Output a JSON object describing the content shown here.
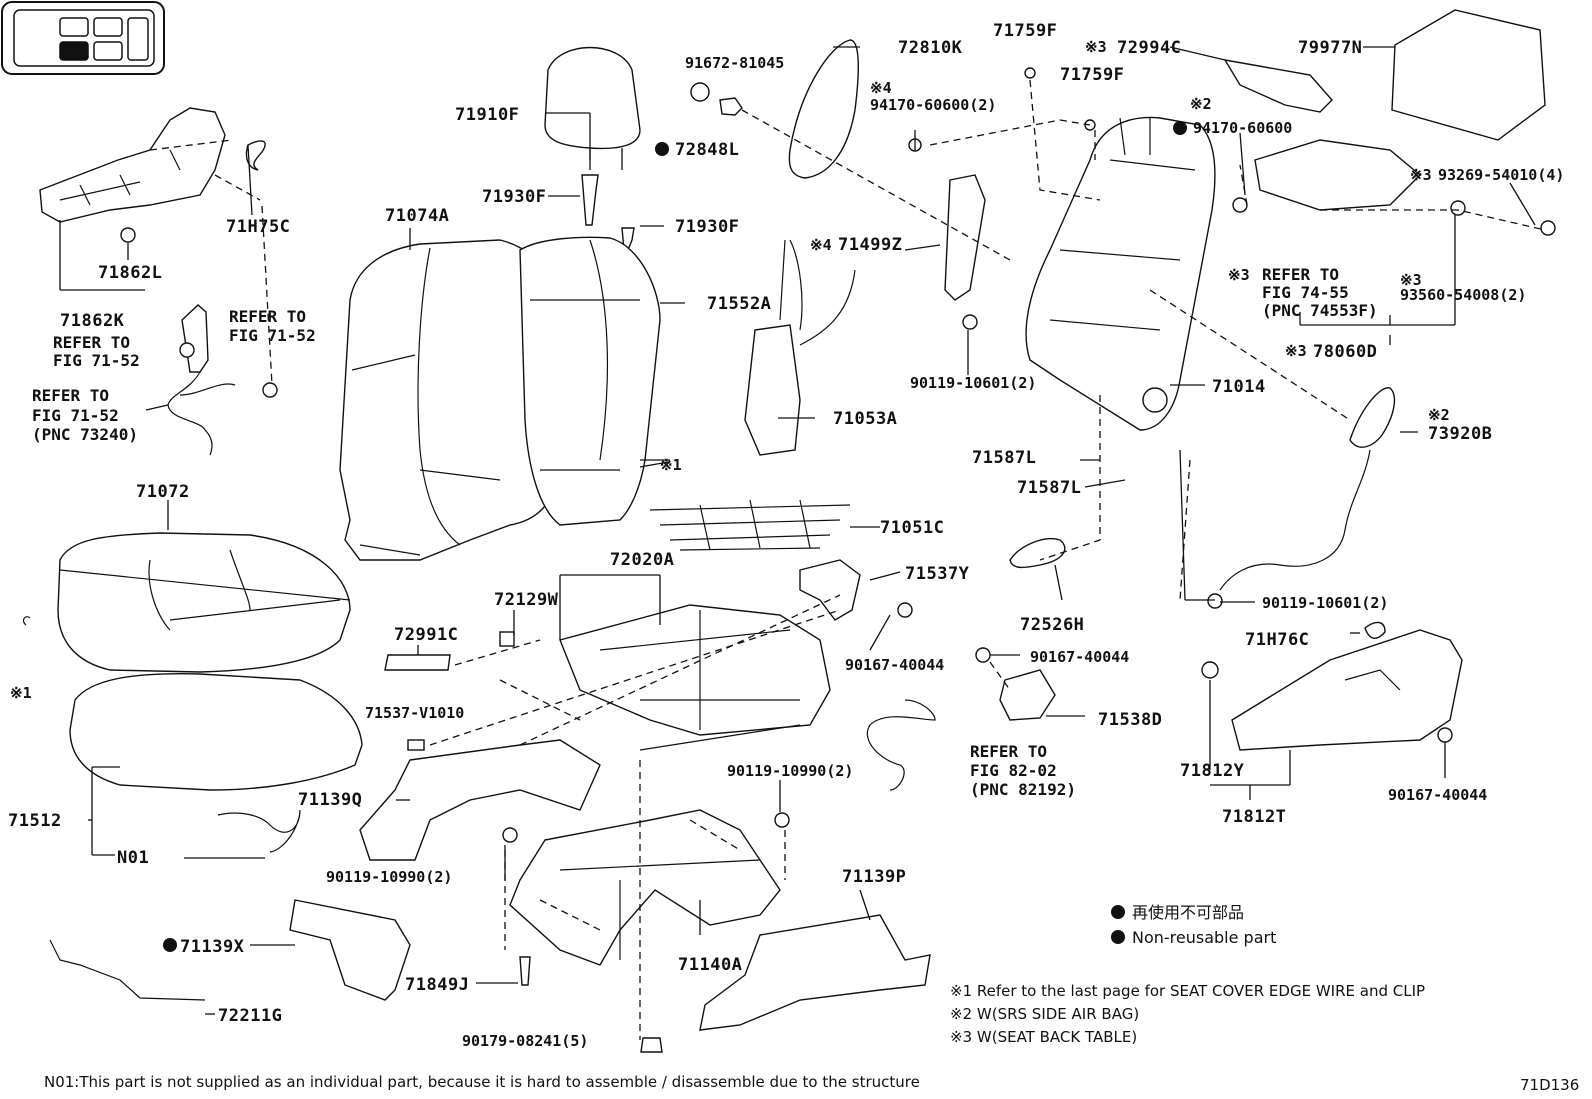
{
  "diagram_id": "71D136",
  "parts": [
    {
      "id": "p71910F",
      "label": "71910F"
    },
    {
      "id": "p72848L",
      "label": "72848L",
      "non_reusable": true
    },
    {
      "id": "p91672",
      "label": "91672-81045"
    },
    {
      "id": "p72810K",
      "label": "72810K"
    },
    {
      "id": "p71759F_a",
      "label": "71759F"
    },
    {
      "id": "p71759F_b",
      "label": "71759F"
    },
    {
      "id": "p72994C",
      "label": "72994C",
      "mark": "※3"
    },
    {
      "id": "p79977N",
      "label": "79977N"
    },
    {
      "id": "p94170a",
      "label": "94170-60600(2)",
      "mark": "※4"
    },
    {
      "id": "p94170b",
      "label": "94170-60600",
      "mark": "※2",
      "non_reusable": true
    },
    {
      "id": "p71930F_a",
      "label": "71930F"
    },
    {
      "id": "p71930F_b",
      "label": "71930F"
    },
    {
      "id": "p71H75C",
      "label": "71H75C"
    },
    {
      "id": "p71862L",
      "label": "71862L"
    },
    {
      "id": "p71862K",
      "label": "71862K"
    },
    {
      "id": "p71074A",
      "label": "71074A"
    },
    {
      "id": "p71552A",
      "label": "71552A"
    },
    {
      "id": "p71499Z",
      "label": "71499Z",
      "mark": "※4"
    },
    {
      "id": "p93269",
      "label": "93269-54010(4)",
      "mark": "※3"
    },
    {
      "id": "p93560",
      "label": "93560-54008(2)",
      "mark": "※3"
    },
    {
      "id": "p78060D",
      "label": "78060D",
      "mark": "※3"
    },
    {
      "id": "p90119a",
      "label": "90119-10601(2)"
    },
    {
      "id": "p71014",
      "label": "71014"
    },
    {
      "id": "p71053A",
      "label": "71053A"
    },
    {
      "id": "p73920B",
      "label": "73920B",
      "mark": "※2"
    },
    {
      "id": "p71587L_a",
      "label": "71587L"
    },
    {
      "id": "p71587L_b",
      "label": "71587L"
    },
    {
      "id": "p71072",
      "label": "71072"
    },
    {
      "id": "p71051C",
      "label": "71051C"
    },
    {
      "id": "p72020A",
      "label": "72020A"
    },
    {
      "id": "p71537Y",
      "label": "71537Y"
    },
    {
      "id": "p72129W",
      "label": "72129W"
    },
    {
      "id": "p72526H",
      "label": "72526H"
    },
    {
      "id": "p90119b",
      "label": "90119-10601(2)"
    },
    {
      "id": "p72991C",
      "label": "72991C"
    },
    {
      "id": "p90167a",
      "label": "90167-40044"
    },
    {
      "id": "p90167b",
      "label": "90167-40044"
    },
    {
      "id": "p71H76C",
      "label": "71H76C"
    },
    {
      "id": "p71537V",
      "label": "71537-V1010"
    },
    {
      "id": "p71538D",
      "label": "71538D"
    },
    {
      "id": "p71812Y",
      "label": "71812Y"
    },
    {
      "id": "p90167c",
      "label": "90167-40044"
    },
    {
      "id": "p71512",
      "label": "71512"
    },
    {
      "id": "p71139Q",
      "label": "71139Q"
    },
    {
      "id": "p90119c",
      "label": "90119-10990(2)"
    },
    {
      "id": "p71812T",
      "label": "71812T"
    },
    {
      "id": "pN01",
      "label": "N01"
    },
    {
      "id": "p90119d",
      "label": "90119-10990(2)"
    },
    {
      "id": "p71139P",
      "label": "71139P"
    },
    {
      "id": "p71139X",
      "label": "71139X",
      "non_reusable": true
    },
    {
      "id": "p71140A",
      "label": "71140A"
    },
    {
      "id": "p71849J",
      "label": "71849J"
    },
    {
      "id": "p72211G",
      "label": "72211G"
    },
    {
      "id": "p90179",
      "label": "90179-08241(5)"
    },
    {
      "id": "pX1a",
      "label": "※1"
    },
    {
      "id": "pX1b",
      "label": "※1"
    }
  ],
  "refs": {
    "fig7152_a": [
      "REFER TO",
      "FIG 71-52"
    ],
    "fig7152_b": [
      "REFER TO",
      "FIG 71-52"
    ],
    "fig7152_c": [
      "REFER TO",
      "FIG 71-52",
      "(PNC 73240)"
    ],
    "fig7455": [
      "REFER TO",
      "FIG 74-55",
      "(PNC 74553F)"
    ],
    "fig8202": [
      "REFER TO",
      "FIG 82-02",
      "(PNC 82192)"
    ]
  },
  "legend": {
    "jp": "再使用不可部品",
    "en": "Non-reusable part"
  },
  "notes": [
    "※1 Refer to the last page for SEAT COVER EDGE WIRE and CLIP",
    "※2 W(SRS SIDE AIR BAG)",
    "※3 W(SEAT BACK TABLE)"
  ],
  "footnote": "N01:This part is not supplied as an individual part, because it is hard to assemble / disassemble due to the structure",
  "thumbnail": {
    "highlighted_cell": "row2-col1"
  }
}
